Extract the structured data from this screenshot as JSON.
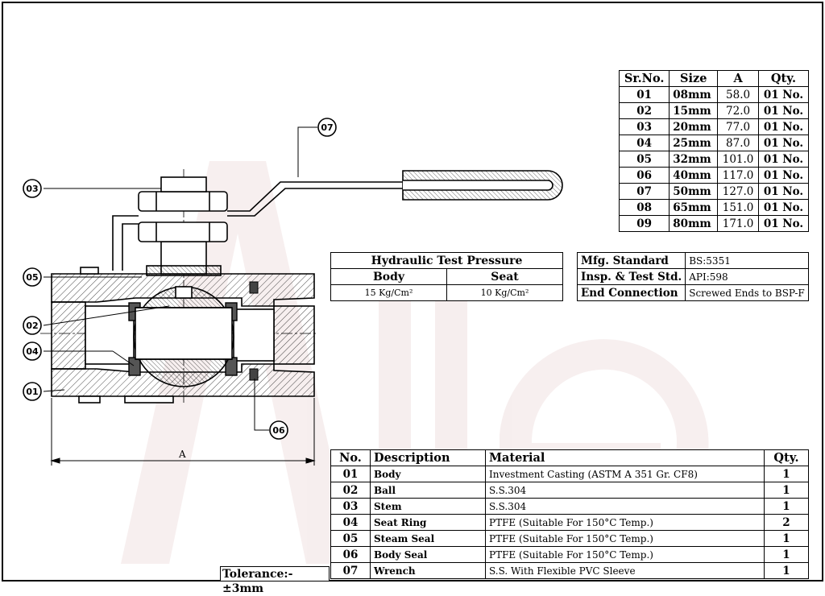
{
  "size_table": {
    "headers": [
      "Sr.No.",
      "Size",
      "A",
      "Qty."
    ],
    "rows": [
      [
        "01",
        "08mm",
        "58.0",
        "01 No."
      ],
      [
        "02",
        "15mm",
        "72.0",
        "01 No."
      ],
      [
        "03",
        "20mm",
        "77.0",
        "01 No."
      ],
      [
        "04",
        "25mm",
        "87.0",
        "01 No."
      ],
      [
        "05",
        "32mm",
        "101.0",
        "01 No."
      ],
      [
        "06",
        "40mm",
        "117.0",
        "01 No."
      ],
      [
        "07",
        "50mm",
        "127.0",
        "01 No."
      ],
      [
        "08",
        "65mm",
        "151.0",
        "01 No."
      ],
      [
        "09",
        "80mm",
        "171.0",
        "01 No."
      ]
    ]
  },
  "hydraulic": {
    "title": "Hydraulic Test Pressure",
    "body_label": "Body",
    "seat_label": "Seat",
    "body_value": "15 Kg/Cm²",
    "seat_value": "10 Kg/Cm²"
  },
  "specs": [
    {
      "label": "Mfg. Standard",
      "value": "BS:5351"
    },
    {
      "label": "Insp. & Test Std.",
      "value": "API:598"
    },
    {
      "label": "End Connection",
      "value": "Screwed Ends to BSP-F"
    }
  ],
  "materials": {
    "headers": [
      "No.",
      "Description",
      "Material",
      "Qty."
    ],
    "rows": [
      [
        "01",
        "Body",
        "Investment Casting (ASTM A 351 Gr. CF8)",
        "1"
      ],
      [
        "02",
        "Ball",
        "S.S.304",
        "1"
      ],
      [
        "03",
        "Stem",
        "S.S.304",
        "1"
      ],
      [
        "04",
        "Seat Ring",
        "PTFE (Suitable For 150°C Temp.)",
        "2"
      ],
      [
        "05",
        "Steam Seal",
        "PTFE (Suitable For 150°C Temp.)",
        "1"
      ],
      [
        "06",
        "Body Seal",
        "PTFE (Suitable For 150°C Temp.)",
        "1"
      ],
      [
        "07",
        "Wrench",
        "S.S. With Flexible PVC Sleeve",
        "1"
      ]
    ]
  },
  "tolerance": "Tolerance:-±3mm",
  "dimension_label": "A",
  "balloons": {
    "b01": "01",
    "b02": "02",
    "b03": "03",
    "b04": "04",
    "b05": "05",
    "b06": "06",
    "b07": "07"
  },
  "colors": {
    "line": "#000000",
    "watermark": "#f2e6e6"
  }
}
